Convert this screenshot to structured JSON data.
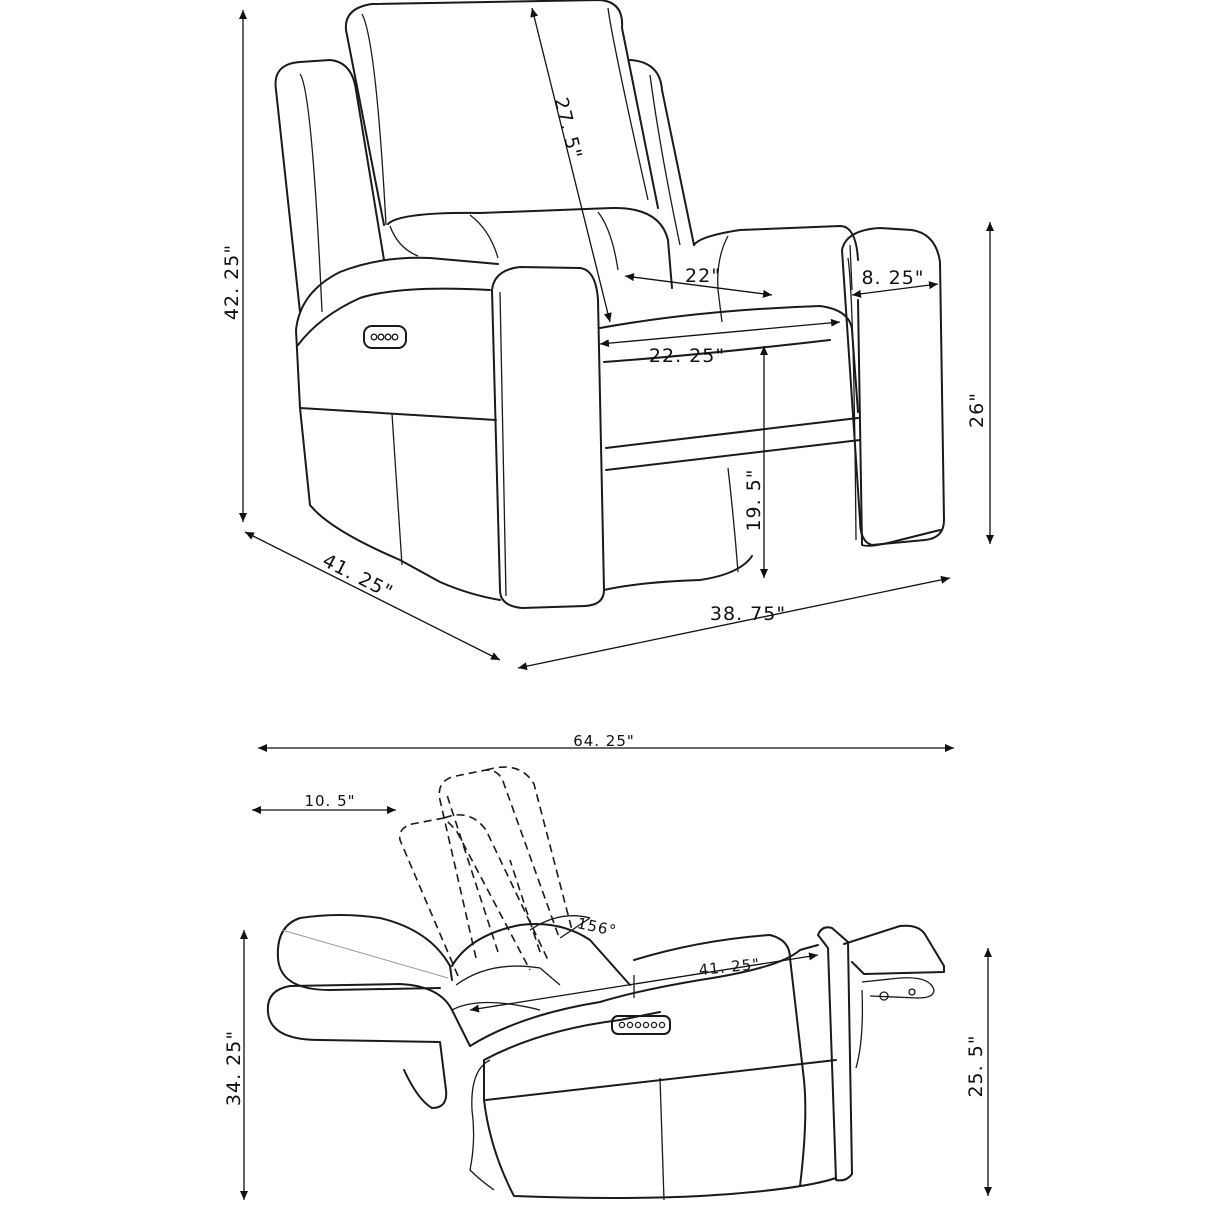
{
  "front_view": {
    "overall_height": "42. 25\"",
    "back_height": "27. 5\"",
    "seat_depth": "22\"",
    "arm_width": "8. 25\"",
    "seat_width": "22. 25\"",
    "arm_height": "26\"",
    "seat_height": "19. 5\"",
    "depth": "41. 25\"",
    "width": "38. 75\""
  },
  "side_view": {
    "reclined_length": "64. 25\"",
    "wall_clearance": "10. 5\"",
    "recline_angle": "156°",
    "seat_length": "41. 25\"",
    "reclined_height": "34. 25\"",
    "footrest_height": "25. 5\""
  }
}
